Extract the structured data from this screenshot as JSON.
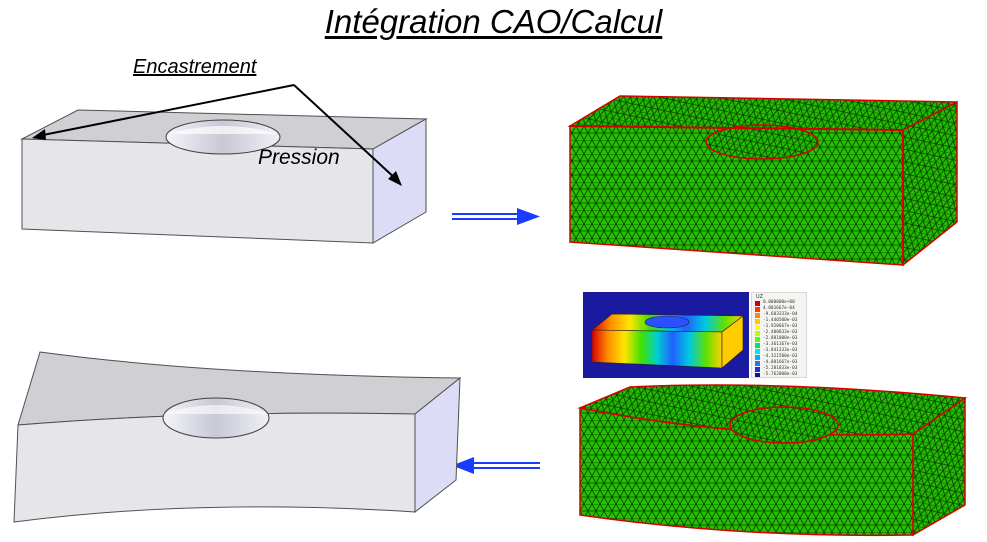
{
  "title": "Intégration CAO/Calcul",
  "labels": {
    "encastrement": "Encastrement",
    "pression": "Pression"
  },
  "colors": {
    "part_face_light": "#e6e6ea",
    "part_face_top": "#cfcfd4",
    "part_face_side": "#dcdcf6",
    "mesh_fill": "#22c400",
    "mesh_edge": "#d40000",
    "arrow_blue": "#1a3cff",
    "result_bg": "#1a1aa0"
  },
  "result_legend": {
    "title": "UZ",
    "values": [
      "0.000000e+00",
      "4.801667e-04",
      "-9.603333e-04",
      "-1.440500e-03",
      "-1.920667e-03",
      "-2.400833e-03",
      "-2.881000e-03",
      "-3.361167e-03",
      "-3.841333e-03",
      "-4.321500e-03",
      "-4.801667e-03",
      "-5.281833e-03",
      "-5.762000e-03"
    ],
    "swatches": [
      "#d00000",
      "#ff3a00",
      "#ff8a00",
      "#ffc800",
      "#ffff00",
      "#b8ff00",
      "#50ff00",
      "#00e070",
      "#00e8e8",
      "#00b0ff",
      "#3070ff",
      "#2030e0",
      "#1010a0"
    ]
  }
}
